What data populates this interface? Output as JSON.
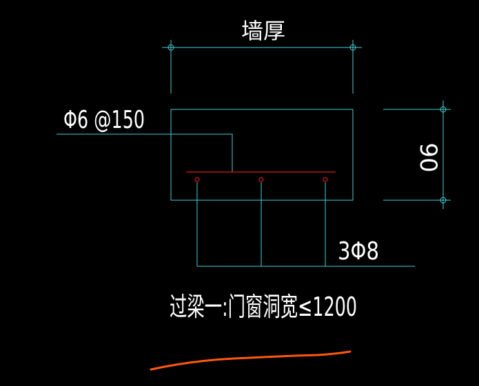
{
  "drawing": {
    "wall_thickness_label": "墙厚",
    "stirrup_label": "Φ6 @150",
    "height_dimension": "90",
    "bottom_rebar_label": "3Φ8",
    "caption": "过梁一:门窗洞宽≤1200"
  },
  "colors": {
    "background": "#000000",
    "cad_cyan": "#3fd4d9",
    "rebar_red": "#e0151a",
    "text_white": "#ffffff",
    "markup_orange": "#ff5a0a"
  }
}
